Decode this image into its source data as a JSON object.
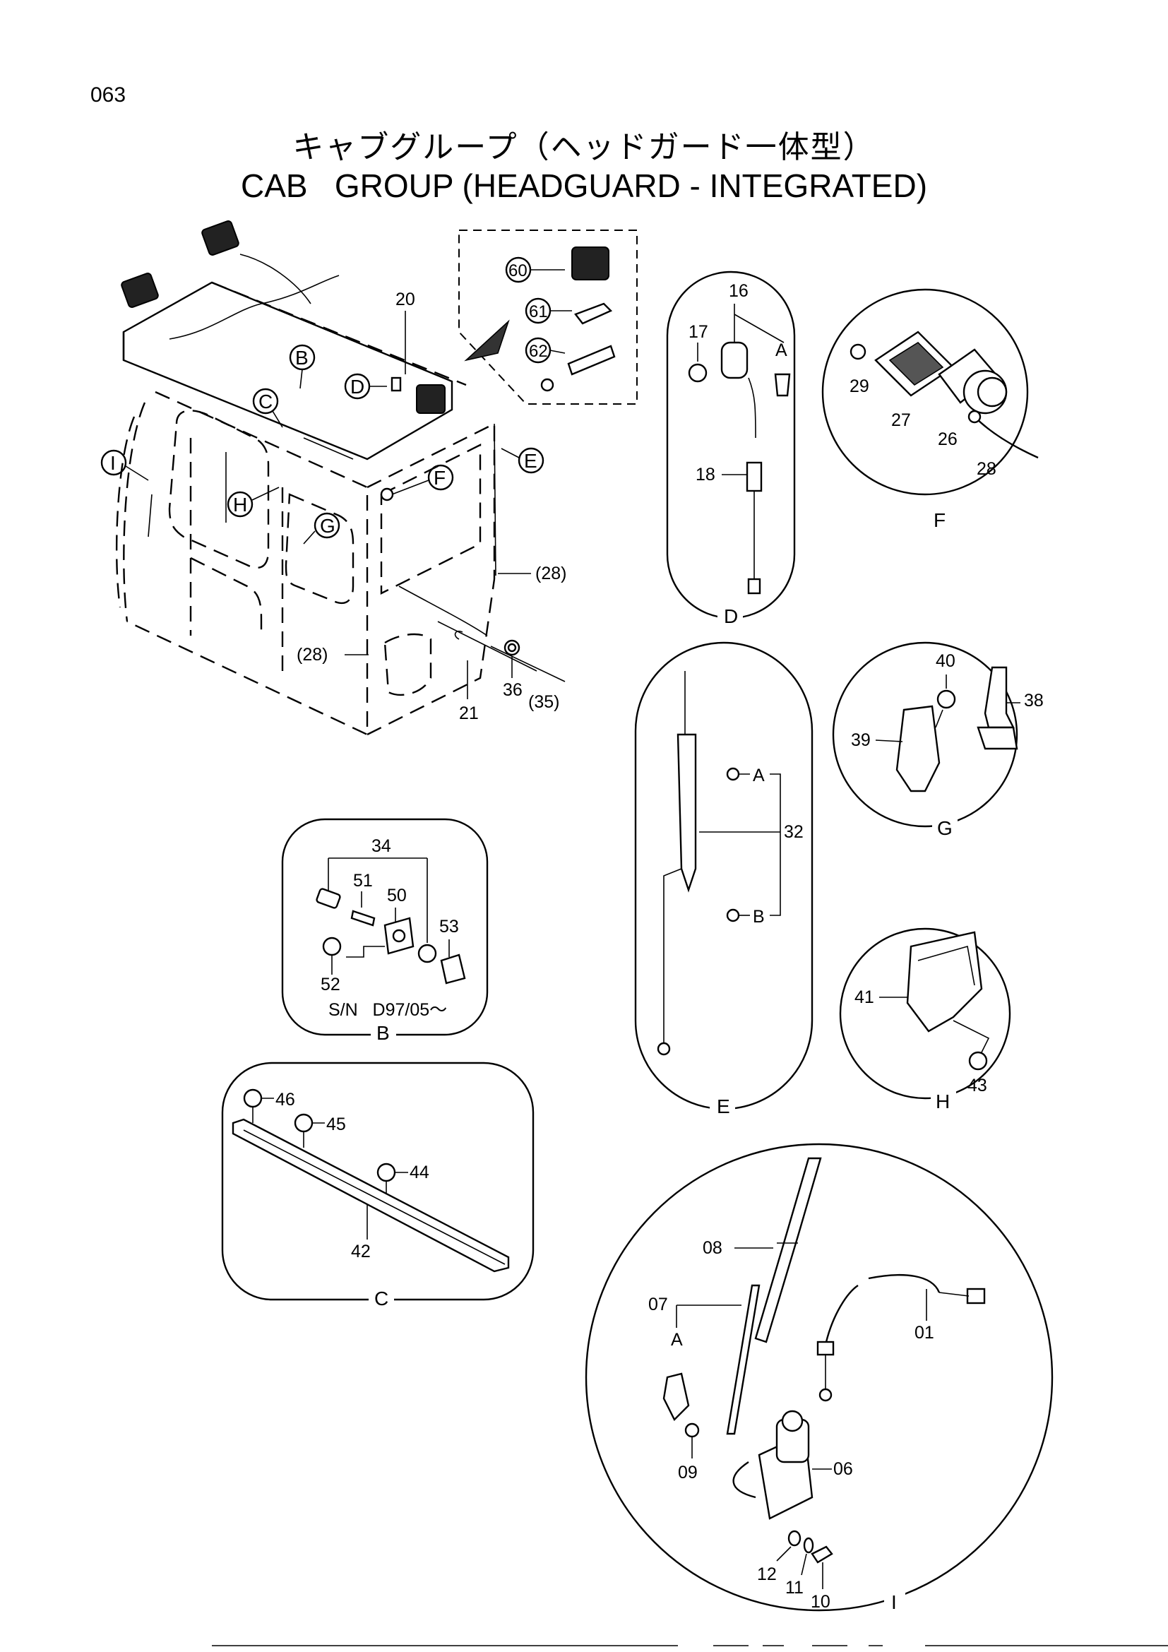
{
  "page_number": "063",
  "title_jp": "キャブグループ（ヘッドガード一体型）",
  "title_en": "CAB   GROUP (HEADGUARD - INTEGRATED)",
  "main_view": {
    "labels": [
      "20",
      "21",
      "36",
      "(35)",
      "(28)",
      "(28)"
    ],
    "callouts": [
      "B",
      "C",
      "D",
      "E",
      "F",
      "G",
      "H",
      "I"
    ]
  },
  "inset_top": {
    "labels": [
      "60",
      "61",
      "62"
    ]
  },
  "detail_d": {
    "letter": "D",
    "labels": [
      "16",
      "17",
      "18",
      "A"
    ]
  },
  "detail_f": {
    "letter": "F",
    "labels": [
      "29",
      "27",
      "26",
      "28"
    ]
  },
  "detail_e": {
    "letter": "E",
    "labels": [
      "32",
      "A",
      "B"
    ]
  },
  "detail_g": {
    "letter": "G",
    "labels": [
      "40",
      "38",
      "39"
    ]
  },
  "detail_b": {
    "letter": "B",
    "labels": [
      "34",
      "51",
      "50",
      "53",
      "52"
    ],
    "serial": "S/N   D97/05～"
  },
  "detail_h": {
    "letter": "H",
    "labels": [
      "41",
      "43"
    ]
  },
  "detail_c": {
    "letter": "C",
    "labels": [
      "46",
      "45",
      "44",
      "42"
    ]
  },
  "detail_i": {
    "letter": "I",
    "labels": [
      "08",
      "07",
      "A",
      "01",
      "09",
      "06",
      "12",
      "11",
      "10"
    ]
  }
}
